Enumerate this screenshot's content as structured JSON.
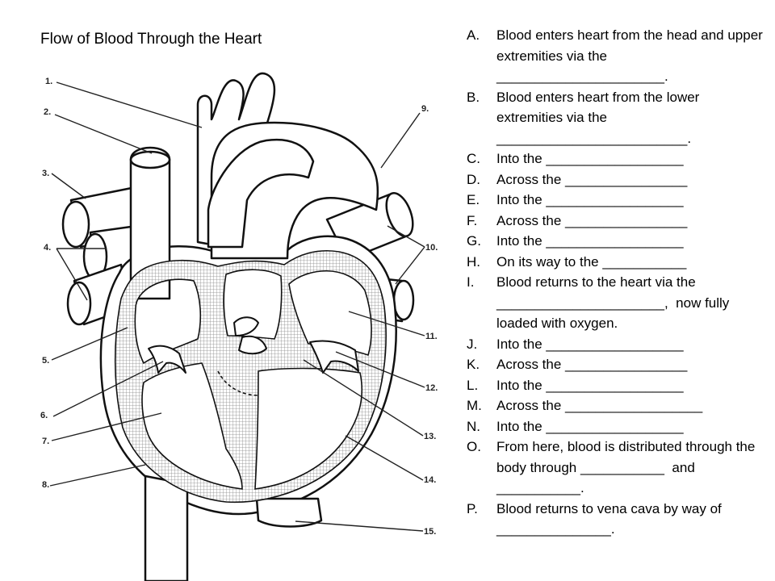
{
  "title": "Flow of Blood Through the Heart",
  "diagram": {
    "labels": [
      "1.",
      "2.",
      "3.",
      "4.",
      "5.",
      "6.",
      "7.",
      "8.",
      "9.",
      "10.",
      "11.",
      "12.",
      "13.",
      "14.",
      "15."
    ]
  },
  "steps": [
    {
      "letter": "A.",
      "text": "Blood enters heart from the head and upper extremities via the ______________________."
    },
    {
      "letter": "B.",
      "text": "Blood enters heart from the lower extremities via the _________________________."
    },
    {
      "letter": "C.",
      "text": "Into the __________________"
    },
    {
      "letter": "D.",
      "text": "Across the ________________"
    },
    {
      "letter": "E.",
      "text": "Into the __________________"
    },
    {
      "letter": "F.",
      "text": "Across the ________________"
    },
    {
      "letter": "G.",
      "text": "Into the __________________"
    },
    {
      "letter": "H.",
      "text": "On its way to the ___________"
    },
    {
      "letter": "I.",
      "text": "Blood returns to the heart via the ______________________,  now fully loaded with oxygen."
    },
    {
      "letter": "J.",
      "text": "Into the __________________"
    },
    {
      "letter": "K.",
      "text": "Across the ________________"
    },
    {
      "letter": "L.",
      "text": "Into the __________________"
    },
    {
      "letter": "M.",
      "text": "Across the __________________"
    },
    {
      "letter": "N.",
      "text": "Into the __________________"
    },
    {
      "letter": "O.",
      "text": "From here, blood is distributed through the body through ___________  and ___________."
    },
    {
      "letter": "P.",
      "text": "Blood returns to vena cava by way of _______________."
    }
  ]
}
